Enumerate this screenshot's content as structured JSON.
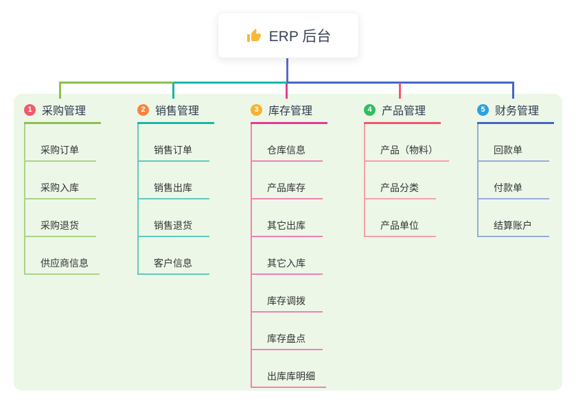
{
  "root": {
    "title": "ERP 后台",
    "icon": "thumbs-up-icon",
    "icon_color": "#F5B93B",
    "stem_color": "#5A6BC5"
  },
  "panel": {
    "background": "#ECF7E8"
  },
  "branches": [
    {
      "badge": "1",
      "title": "采购管理",
      "badge_color": "#F2596B",
      "line_color": "#8CC04B",
      "child_line_color": "#A9D483",
      "children": [
        "采购订单",
        "采购入库",
        "采购退货",
        "供应商信息"
      ]
    },
    {
      "badge": "2",
      "title": "销售管理",
      "badge_color": "#F6853F",
      "line_color": "#1CB5A6",
      "child_line_color": "#5FC9BC",
      "children": [
        "销售订单",
        "销售出库",
        "销售退货",
        "客户信息"
      ]
    },
    {
      "badge": "3",
      "title": "库存管理",
      "badge_color": "#F6B230",
      "line_color": "#E23C96",
      "child_line_color": "#F27FB6",
      "children": [
        "仓库信息",
        "产品库存",
        "其它出库",
        "其它入库",
        "库存调拨",
        "库存盘点",
        "出库库明细"
      ]
    },
    {
      "badge": "4",
      "title": "产品管理",
      "badge_color": "#33BD62",
      "line_color": "#F4556A",
      "child_line_color": "#F79FA9",
      "children": [
        "产品（物料）",
        "产品分类",
        "产品单位"
      ]
    },
    {
      "badge": "5",
      "title": "财务管理",
      "badge_color": "#2CA3DE",
      "line_color": "#4565C6",
      "child_line_color": "#97A9DC",
      "children": [
        "回款单",
        "付款单",
        "结算账户"
      ]
    }
  ]
}
